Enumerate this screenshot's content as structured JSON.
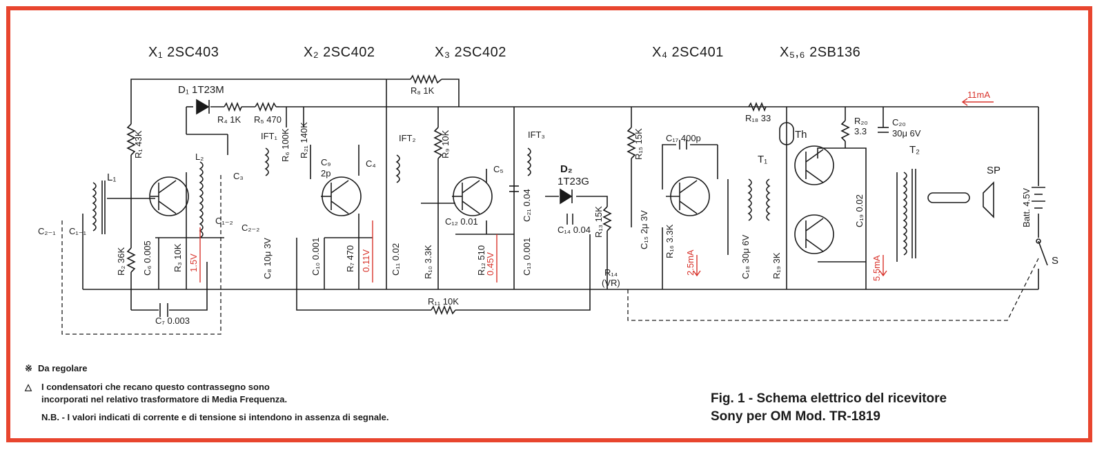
{
  "colors": {
    "frame": "#e8452e",
    "annotation": "#d8322a",
    "ink": "#1a1a1a",
    "paper": "#ffffff"
  },
  "transistors": {
    "x1": "X₁ 2SC403",
    "x2": "X₂ 2SC402",
    "x3": "X₃ 2SC402",
    "x4": "X₄ 2SC401",
    "x56": "X₅,₆ 2SB136"
  },
  "components": {
    "d1": "D₁ 1T23M",
    "r4": "R₄ 1K",
    "r5": "R₅ 470",
    "r8": "R₈ 1K",
    "r1": "R₁ 43K",
    "r6": "R₆ 100K",
    "r21": "R₂₁ 140K",
    "ift1": "IFT₁",
    "l2": "L₂",
    "c3": "C₃",
    "c9": "C₉",
    "c9_val": "2p",
    "c4": "C₄",
    "ift2": "IFT₂",
    "r9": "R₉ 10K",
    "c5": "C₅",
    "ift3": "IFT₃",
    "d2": "D₂",
    "d2_type": "1T23G",
    "c21": "C₂₁ 0.04",
    "r15": "R₁₅ 15K",
    "c17": "C₁₇ 400p",
    "r18": "R₁₈ 33",
    "th": "Th",
    "r20": "R₂₀",
    "r20_val": "3.3",
    "c20": "C₂₀",
    "c20_val": "30μ 6V",
    "t2": "T₂",
    "sp": "SP",
    "batt": "Batt. 4.5V",
    "l1": "L₁",
    "c21_var": "C₂₋₁",
    "c11_var": "C₁₋₁",
    "c12_var": "C₁₋₂",
    "c22_var": "C₂₋₂",
    "r2": "R₂ 36K",
    "c6": "C₆ 0.005",
    "r3": "R₃ 10K",
    "c8": "C₈ 10μ 3V",
    "c10": "C₁₀ 0.001",
    "r7": "R₇ 470",
    "c11": "C₁₁ 0.02",
    "c12": "C₁₂ 0.01",
    "r10": "R₁₀ 3.3K",
    "r12": "R₁₂ 510",
    "c13": "C₁₃ 0.001",
    "c14": "C₁₄ 0.04",
    "r13": "R₁₃ 15K",
    "r14": "R₁₄",
    "vr": "(VR)",
    "c15": "C₁₅ 2μ 3V",
    "r16": "R₁₆ 3.3K",
    "c18": "C₁₈ 30μ 6V",
    "r19": "R₁₉ 3K",
    "t1": "T₁",
    "c19": "C₁₉ 0.02",
    "s": "S",
    "c7": "C₇ 0.003",
    "r11": "R₁₁ 10K"
  },
  "measurements": {
    "i_total": "11mA",
    "v_x1": "1.5V",
    "v_x2": "0.11V",
    "v_x3": "0.45V",
    "i_x4": "2.5mA",
    "i_x56": "5.5mA"
  },
  "notes": {
    "asterisk_symbol": "※",
    "asterisk_text": "Da regolare",
    "triangle_symbol": "△",
    "triangle_line1": "I condensatori che recano questo contrassegno sono",
    "triangle_line2": "incorporati nel relativo trasformatore di Media Frequenza.",
    "nb": "N.B. - I valori indicati di corrente e di tensione si intendono in assenza di segnale."
  },
  "caption": {
    "line1": "Fig. 1 - Schema elettrico del ricevitore",
    "line2": "Sony per OM   Mod. TR-1819"
  }
}
